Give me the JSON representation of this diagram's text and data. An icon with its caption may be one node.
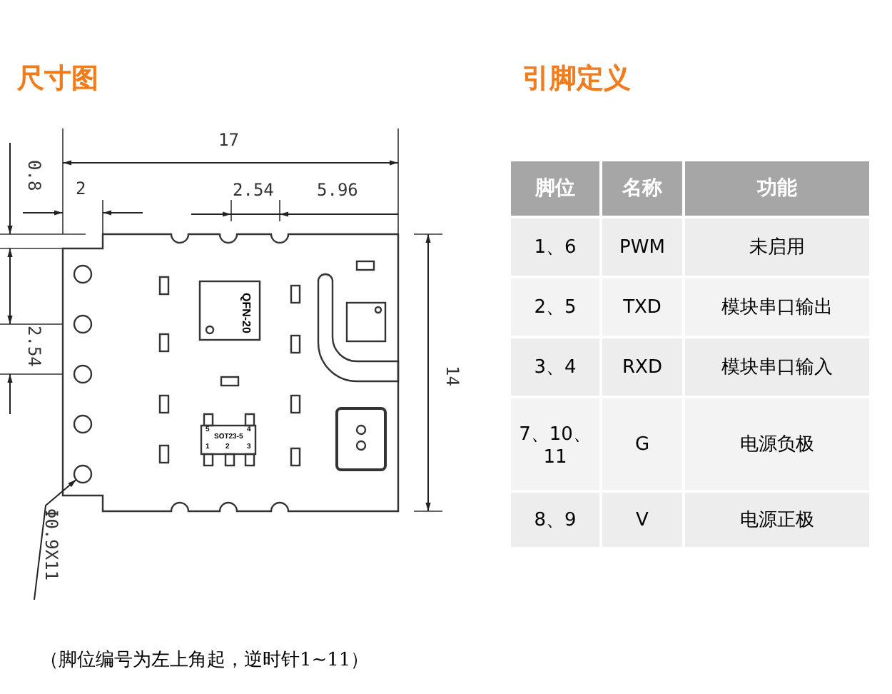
{
  "diagram": {
    "nodes": [
      {
        "text": [
          "Φ0.9X11"
        ]
      },
      {
        "text": [],
        "shape": "circle"
      },
      {
        "text": [],
        "shape": "circle"
      },
      {
        "text": [],
        "shape": "circle"
      },
      {
        "text": [],
        "shape": "circle"
      },
      {
        "text": [],
        "shape": "circle"
      }
    ],
    "edges": [
      {
        "from": 0,
        "to": 5,
        "arrow": "to"
      }
    ],
    "labels": [
      "尺寸图",
      "引脚定义",
      "17",
      "0.8",
      "2",
      "2.54",
      "5.96",
      "2.54",
      "14",
      "QFN-20",
      "SOT23-5",
      "5",
      "4",
      "1",
      "2",
      "3",
      "脚位",
      "名称",
      "功能",
      "1、6",
      "PWM",
      "未启用",
      "2、5",
      "TXD",
      "模块串口输出",
      "3、4",
      "RXD",
      "模块串口输入",
      "7、10、11",
      "G",
      "电源负极",
      "8、9",
      "V",
      "电源正极",
      "（脚位编号为左上角起，逆时针1~11）"
    ]
  }
}
